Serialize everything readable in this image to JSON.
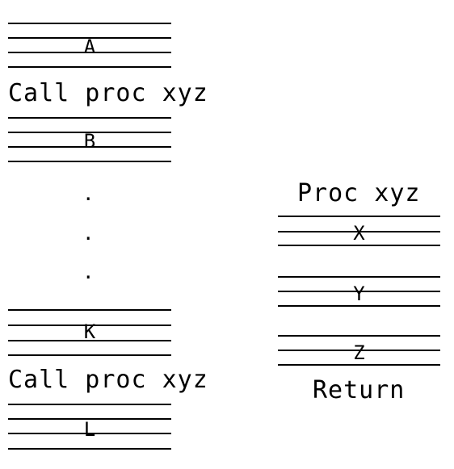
{
  "main_program": {
    "blocks": [
      "A",
      "B",
      "K",
      "L"
    ],
    "call_1": "Call proc xyz",
    "call_2": "Call proc xyz",
    "ellipsis": [
      ".",
      ".",
      "."
    ]
  },
  "procedure": {
    "title": "Proc xyz",
    "blocks": [
      "X",
      "Y",
      "Z"
    ],
    "return_label": "Return"
  }
}
